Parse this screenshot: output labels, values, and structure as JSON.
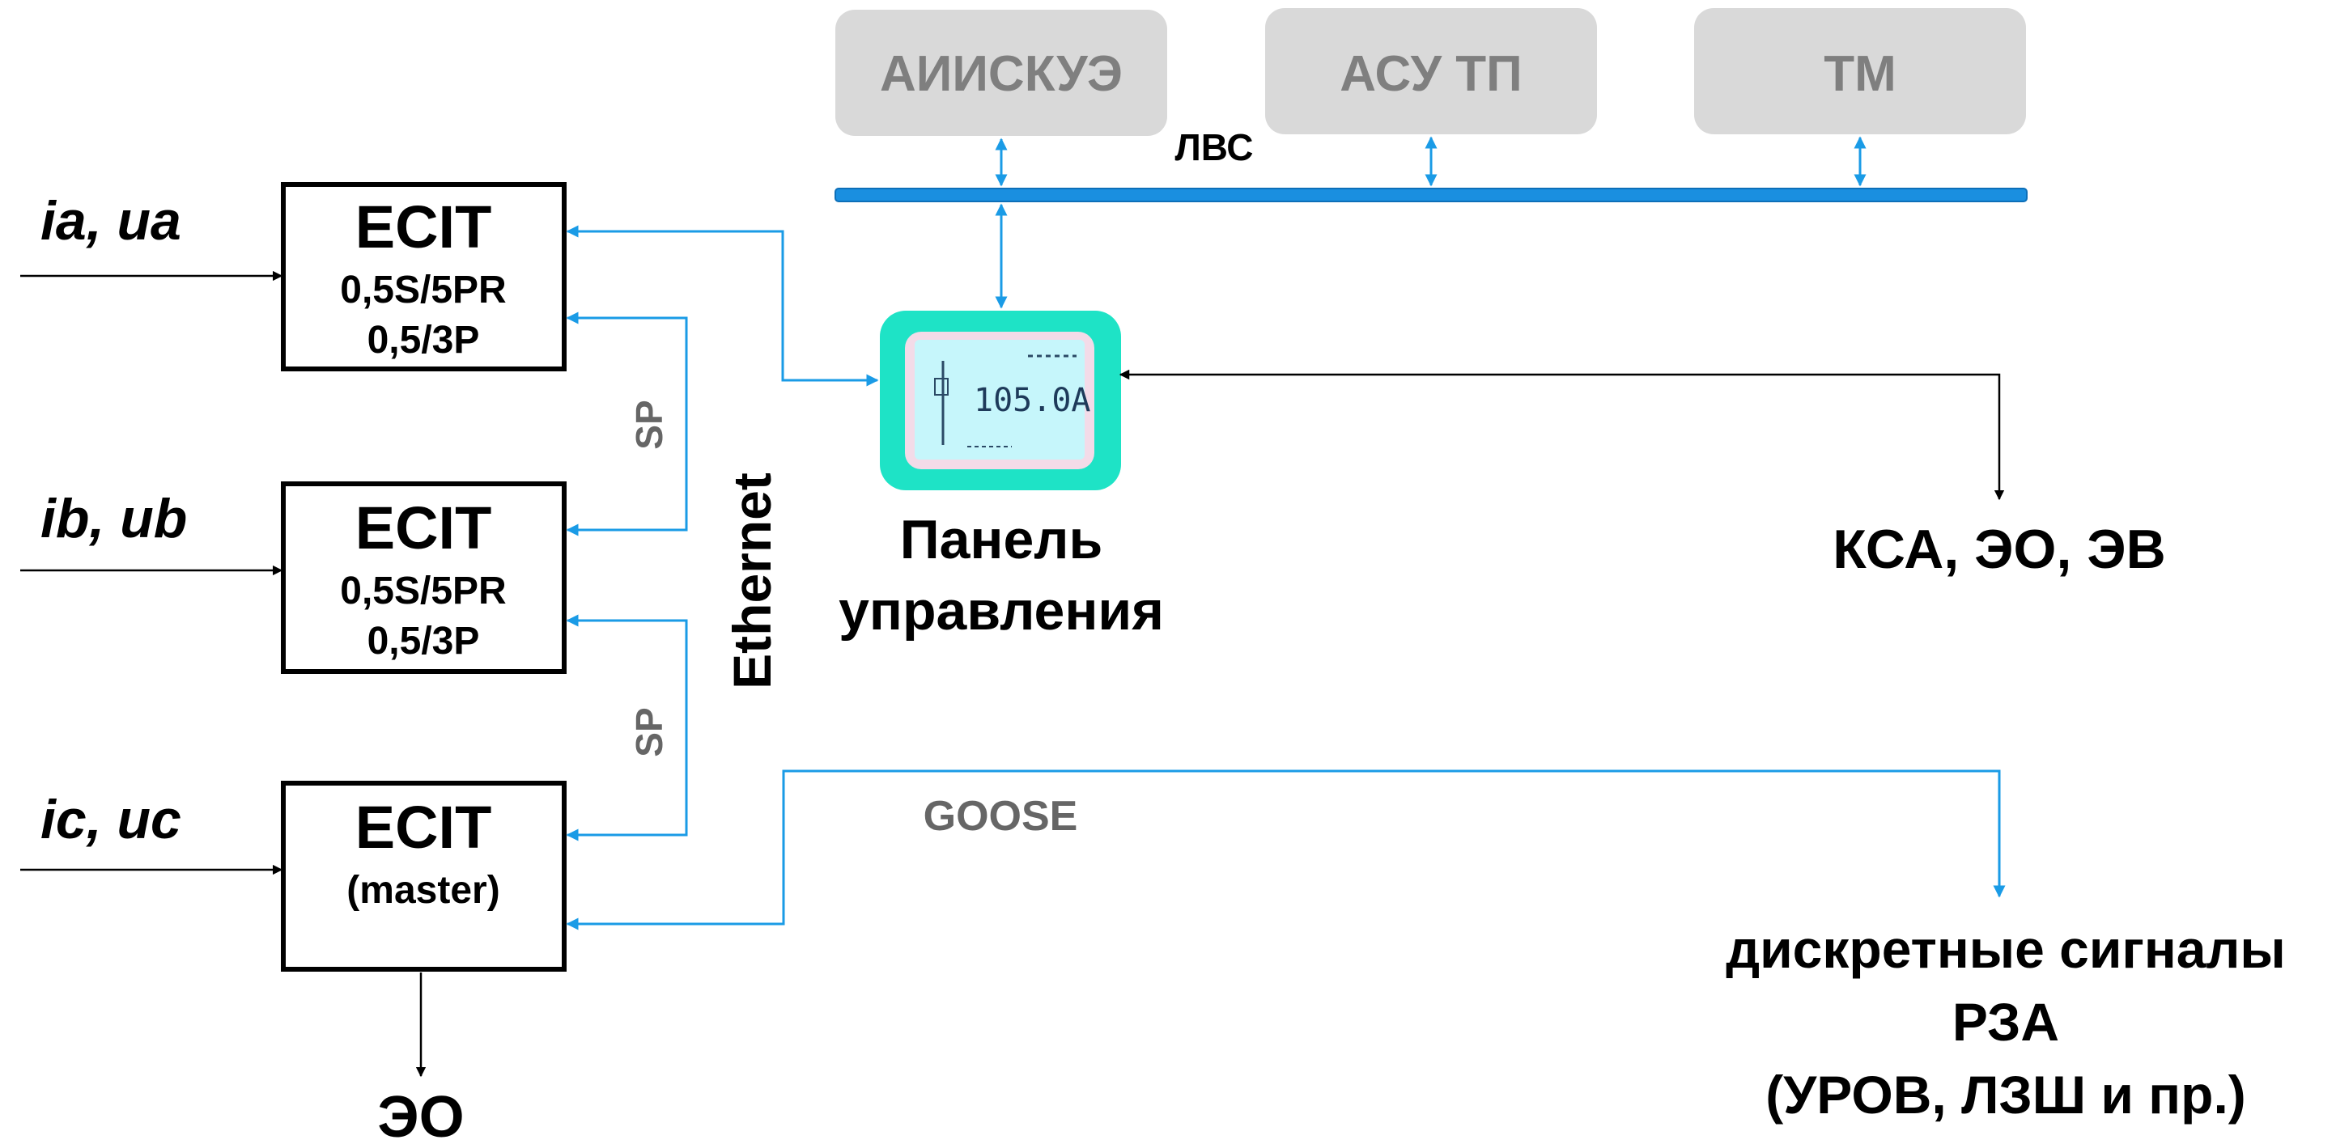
{
  "systems": [
    {
      "label": "АИИСКУЭ"
    },
    {
      "label": "АСУ ТП"
    },
    {
      "label": "ТМ"
    }
  ],
  "lan_label": "ЛВС",
  "inputs": [
    {
      "label": "ia, ua"
    },
    {
      "label": "ib, ub"
    },
    {
      "label": "ic, uc"
    }
  ],
  "ecit_units": [
    {
      "title": "ECIT",
      "line1": "0,5S/5PR",
      "line2": "0,5/3P"
    },
    {
      "title": "ECIT",
      "line1": "0,5S/5PR",
      "line2": "0,5/3P"
    },
    {
      "title": "ECIT",
      "line1": "(master)",
      "line2": ""
    }
  ],
  "sp_labels": [
    "SP",
    "SP"
  ],
  "ethernet_label": "Ethernet",
  "panel": {
    "title_line1": "Панель",
    "title_line2": "управления",
    "display_value": "105.0A"
  },
  "outputs": {
    "ksa": "КСА, ЭО, ЭВ",
    "eo": "ЭО",
    "goose": "GOOSE",
    "discrete_line1": "дискретные сигналы",
    "discrete_line2": "РЗА",
    "discrete_line3": "(УРОВ, ЛЗШ и пр.)"
  },
  "colors": {
    "system_box": "#d9d9d9",
    "system_text": "#7f7f7f",
    "lan_bus": "#1a8fe0",
    "link": "#1a9be6",
    "panel_frame": "#1ee3c6",
    "panel_screen": "#c6f6fb",
    "gray_label": "#666666"
  }
}
